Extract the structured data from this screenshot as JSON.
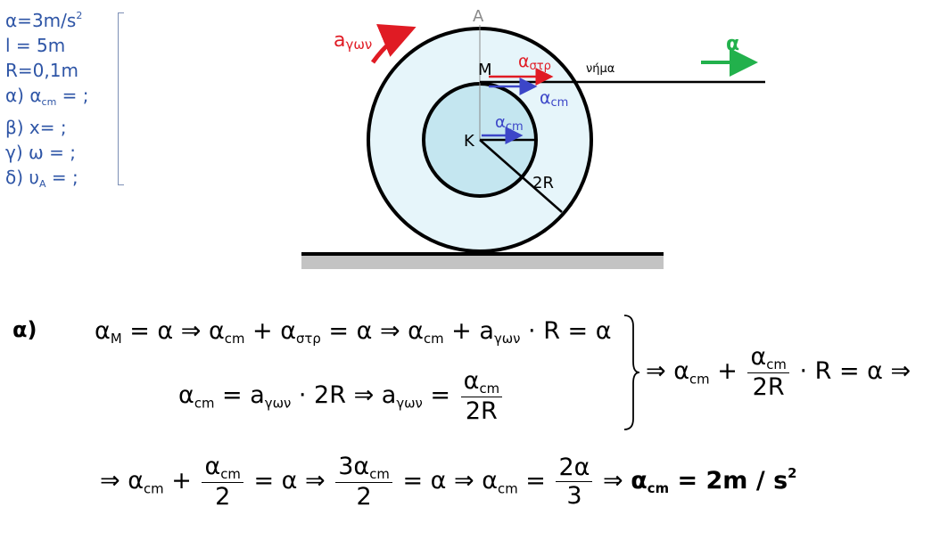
{
  "given": {
    "alpha": "α=3m/s",
    "alpha_exp": "2",
    "length": "l = 5m",
    "radius": "R=0,1m",
    "q_a_prefix": "α) α",
    "q_a_sub": "cm",
    "q_a_suffix": " = ;",
    "q_b": "β) x= ;",
    "q_c": "γ) ω = ;",
    "q_d_prefix": "δ) υ",
    "q_d_sub": "A",
    "q_d_suffix": " = ;"
  },
  "diagram": {
    "label_A": "A",
    "label_M": "M",
    "label_K": "K",
    "label_2R": "2R",
    "string_label": "νήμα",
    "a_gon": "a",
    "a_gon_sub": "γων",
    "a_str": "α",
    "a_str_sub": "στρ",
    "a_cm": "α",
    "a_cm_sub": "cm",
    "a_cm_center": "α",
    "a_cm_center_sub": "cm",
    "applied_a": "α",
    "colors": {
      "red": "#e01b24",
      "blue": "#3c46c8",
      "green": "#22b14c",
      "inner_fill": "#c4e6f0",
      "outer_fill": "#e6f5fa",
      "ground_fill": "#c3c3c3"
    }
  },
  "solution": {
    "part_label": "α)",
    "line1": {
      "t1": "α",
      "t1s": "M",
      "t2": " = α ⇒ α",
      "t2s": "cm",
      "t3": " + α",
      "t3s": "στρ",
      "t4": " = α ⇒ α",
      "t4s": "cm",
      "t5": " + a",
      "t5s": "γων",
      "t6": " · R = α"
    },
    "line2": {
      "t1": "α",
      "t1s": "cm",
      "t2": " = a",
      "t2s": "γων",
      "t3": " · 2R ⇒ a",
      "t3s": "γων",
      "t4": " = ",
      "num": "α",
      "num_sub": "cm",
      "den": "2R"
    },
    "right": {
      "t1": "⇒ α",
      "t1s": "cm",
      "t2": " + ",
      "num": "α",
      "num_sub": "cm",
      "den": "2R",
      "t3": " · R = α ⇒"
    },
    "line3": {
      "t1": "⇒ α",
      "t1s": "cm",
      "t2": " + ",
      "f1n": "α",
      "f1ns": "cm",
      "f1d": "2",
      "t3": " = α ⇒ ",
      "f2n": "3α",
      "f2ns": "cm",
      "f2d": "2",
      "t4": " = α ⇒ α",
      "t4s": "cm",
      "t5": " = ",
      "f3n": "2α",
      "f3d": "3",
      "t6": " ⇒ ",
      "res_pre": "α",
      "res_sub": "cm",
      "res_val": " = 2m / s",
      "res_exp": "2"
    }
  }
}
